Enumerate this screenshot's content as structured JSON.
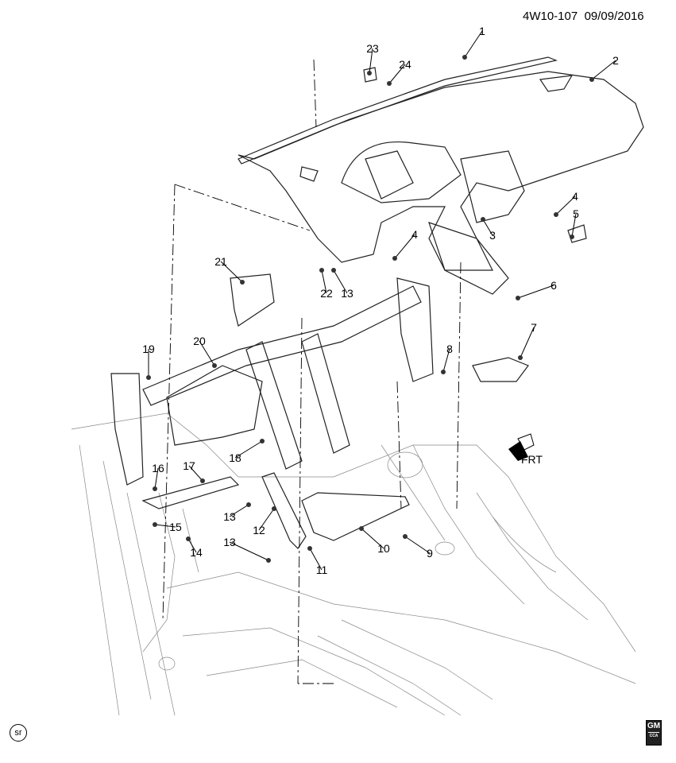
{
  "header": {
    "code": "4W10-107",
    "date": "09/09/2016"
  },
  "callouts": [
    "1",
    "2",
    "23",
    "24",
    "4",
    "5",
    "3",
    "4",
    "21",
    "22",
    "13",
    "6",
    "7",
    "8",
    "19",
    "20",
    "18",
    "16",
    "17",
    "12",
    "13",
    "13",
    "14",
    "15",
    "11",
    "10",
    "9"
  ],
  "direction_label": "FRT",
  "logos": {
    "sr": "sr",
    "gm": "GM",
    "gm_sub": "CCA"
  },
  "colors": {
    "line": "#000000",
    "background": "#ffffff"
  }
}
